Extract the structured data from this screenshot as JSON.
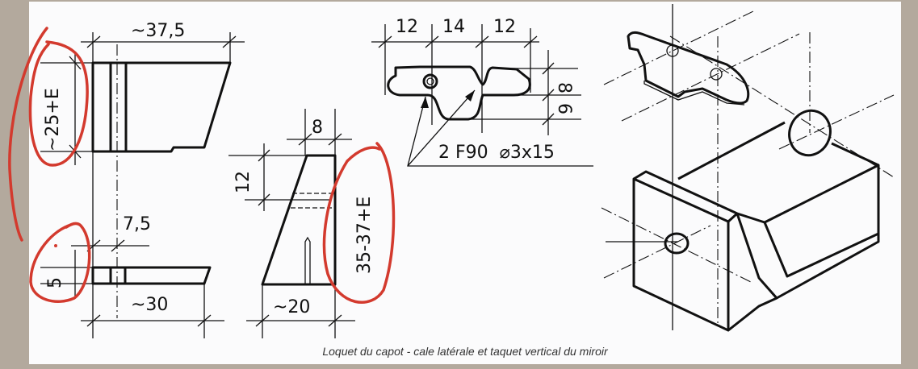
{
  "caption": "Loquet du capot - cale latérale et taquet vertical du miroir",
  "dimensions": {
    "top_width": "~37,5",
    "height_left": "~25+E",
    "offset": "7,5",
    "thickness": "5",
    "bottom_width": "~30",
    "side_top": "8",
    "side_hole": "12",
    "side_base": "~20",
    "side_height": "35-37+E",
    "latch_a": "12",
    "latch_b": "14",
    "latch_c": "12",
    "latch_h1": "8",
    "latch_h2": "6",
    "screw_spec": "2 F90  ⌀3x15"
  },
  "colors": {
    "annotation": "#d33a2e",
    "frame": "#b3a99d"
  }
}
